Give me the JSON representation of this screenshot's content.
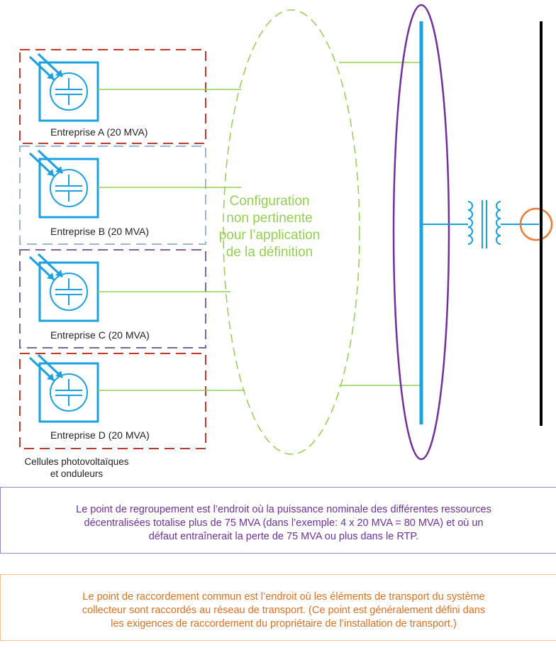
{
  "enterprises": [
    {
      "label": "Entreprise A (20 MVA)",
      "border_color": "#c0392b"
    },
    {
      "label": "Entreprise B (20 MVA)",
      "border_color": "#9cb6de"
    },
    {
      "label": "Entreprise C (20 MVA)",
      "border_color": "#8064a2"
    },
    {
      "label": "Entreprise D (20 MVA)",
      "border_color": "#c0392b"
    }
  ],
  "config_text": {
    "line1": "Configuration",
    "line2": "non pertinente",
    "line3": "pour l’application",
    "line4": "de la définition"
  },
  "legend": {
    "line1": "Cellules photovoltaïques",
    "line2": "et onduleurs"
  },
  "notes": {
    "aggregation": {
      "line1": "Le point de regroupement est l’endroit où la puissance nominale des différentes ressources",
      "line2": "décentralisées totalise plus de 75 MVA (dans l’exemple: 4 x 20 MVA = 80 MVA) et où un",
      "line3": "défaut entraînerait la perte de 75 MVA ou plus dans le RTP."
    },
    "common_connection": {
      "line1": "Le point de raccordement commun est l’endroit où les éléments de transport du système",
      "line2": "collecteur sont raccordés au réseau de transport. (Ce point est généralement défini dans",
      "line3": "les exigences de raccordement du propriétaire de l’installation de transport.)"
    }
  },
  "colors": {
    "solar_blue": "#1ba1e2",
    "collector_line": "#92d050",
    "aggregation_purple": "#7030a0",
    "common_point_orange": "#ed7d31",
    "transmission_bus": "#000000"
  }
}
